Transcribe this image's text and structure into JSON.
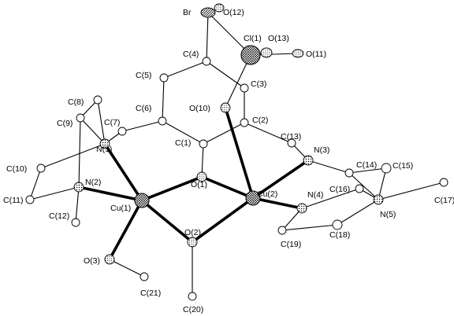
{
  "labels": {
    "Br": "Br",
    "O12": "O(12)",
    "Cl1": "Cl(1)",
    "O13": "O(13)",
    "O11": "O(11)",
    "C4": "C(4)",
    "C5": "C(5)",
    "C3": "C(3)",
    "O10": "O(10)",
    "C8": "C(8)",
    "C9": "C(9)",
    "C7": "C(7)",
    "C6": "C(6)",
    "C2": "C(2)",
    "N1": "N(1)",
    "C13": "C(13)",
    "C1": "C(1)",
    "N3": "N(3)",
    "C10": "C(10)",
    "C14": "C(14)",
    "C15": "C(15)",
    "N2": "N(2)",
    "O1": "O(1)",
    "C11": "C(11)",
    "Cu1": "Cu(1)",
    "Cu2": "Cu(2)",
    "N4": "N(4)",
    "C16": "C(16)",
    "C17": "C(17)",
    "N5": "N(5)",
    "C12": "C(12)",
    "O2": "O(2)",
    "C18": "C(18)",
    "C19": "C(19)",
    "O3": "O(3)",
    "C21": "C(21)",
    "C20": "C(20)"
  }
}
